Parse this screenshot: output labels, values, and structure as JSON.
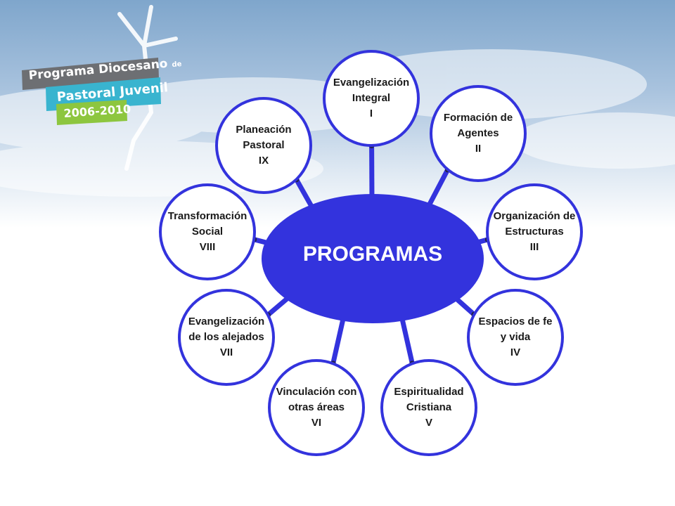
{
  "logo": {
    "line1": "Programa Diocesano",
    "line1_suffix": "de",
    "line2": "Pastoral Juvenil",
    "line3": "2006-2010"
  },
  "center": {
    "label": "PROGRAMAS"
  },
  "programs": [
    {
      "id": "I",
      "lines": [
        "Evangelización",
        "Integral",
        "I"
      ]
    },
    {
      "id": "II",
      "lines": [
        "Formación  de",
        "Agentes",
        "II"
      ]
    },
    {
      "id": "III",
      "lines": [
        "Organización  de",
        "Estructuras",
        "III"
      ]
    },
    {
      "id": "IV",
      "lines": [
        "Espacios  de fe",
        "y vida",
        "IV"
      ]
    },
    {
      "id": "V",
      "lines": [
        "Espiritualidad",
        "Cristiana",
        "V"
      ]
    },
    {
      "id": "VI",
      "lines": [
        "Vinculación  con",
        "otras áreas",
        "VI"
      ]
    },
    {
      "id": "VII",
      "lines": [
        "Evangelización",
        "de los alejados",
        "VII"
      ]
    },
    {
      "id": "VIII",
      "lines": [
        "Transformación",
        "Social",
        "VIII"
      ]
    },
    {
      "id": "IX",
      "lines": [
        "Planeación",
        "Pastoral",
        "IX"
      ]
    }
  ],
  "colors": {
    "diagram_blue": "#3333dd",
    "logo_gray": "#6d6f73",
    "logo_teal": "#39b4cf",
    "logo_green": "#8dc63f",
    "sky_top": "#7fa6cc",
    "background": "#ffffff"
  }
}
